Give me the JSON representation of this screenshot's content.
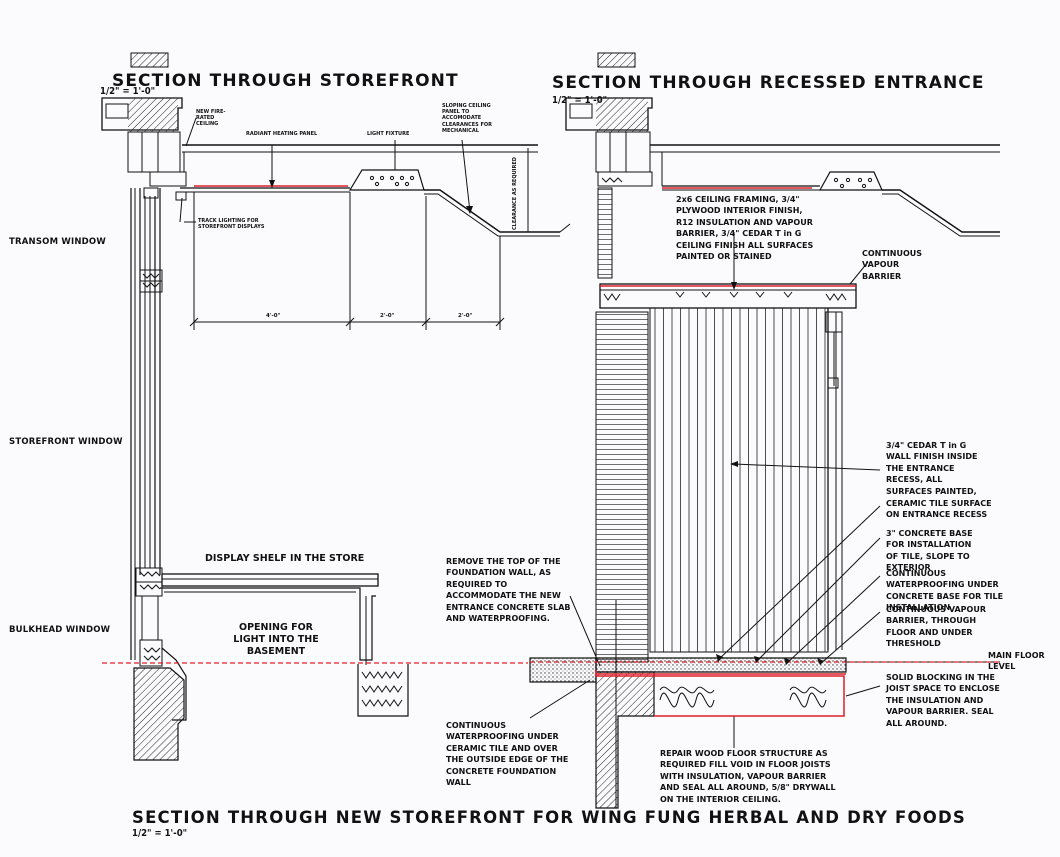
{
  "left_section": {
    "title": "SECTION THROUGH STOREFRONT",
    "scale": "1/2\" = 1'-0\"",
    "callouts": {
      "fire_rated_ceiling": "NEW FIRE-RATED CEILING",
      "radiant_panel": "RADIANT HEATING PANEL",
      "light_fixture": "LIGHT FIXTURE",
      "sloping_ceiling": "SLOPING CEILING PANEL TO ACCOMODATE CLEARANCES FOR MECHANICAL",
      "clearance": "CLEARANCE AS REQUIRED",
      "track_lighting": "TRACK LIGHTING FOR STOREFRONT DISPLAYS"
    },
    "dimensions": [
      "4'-0\"",
      "2'-0\"",
      "2'-0\""
    ],
    "window_labels": {
      "transom": "TRANSOM WINDOW",
      "storefront": "STOREFRONT WINDOW",
      "bulkhead": "BULKHEAD WINDOW"
    },
    "display_shelf": "DISPLAY SHELF IN THE STORE",
    "opening_light": "OPENING FOR LIGHT INTO THE BASEMENT"
  },
  "right_section": {
    "title": "SECTION THROUGH RECESSED ENTRANCE",
    "scale": "1/2\" = 1'-0\"",
    "ceiling_framing": "2x6 CEILING FRAMING, 3/4\" PLYWOOD INTERIOR FINISH, R12 INSULATION AND VAPOUR BARRIER, 3/4\" CEDAR T in G CEILING FINISH ALL SURFACES PAINTED OR STAINED",
    "continuous_vapour_barrier": "CONTINUOUS VAPOUR BARRIER",
    "cedar_wall": "3/4\" CEDAR T in G WALL FINISH INSIDE THE ENTRANCE RECESS, ALL SURFACES PAINTED,",
    "ceramic_tile": "CERAMIC TILE SURFACE ON ENTRANCE RECESS",
    "concrete_base": "3\" CONCRETE BASE FOR INSTALLATION OF TILE, SLOPE TO EXTERIOR",
    "waterproofing_base": "CONTINUOUS WATERPROOFING UNDER CONCRETE BASE FOR TILE INSTALLATION",
    "vapour_barrier_floor": "CONTINUOUS VAPOUR BARRIER, THROUGH FLOOR AND UNDER THRESHOLD",
    "remove_foundation": "REMOVE THE TOP OF THE FOUNDATION WALL, AS REQUIRED TO ACCOMMODATE THE NEW ENTRANCE CONCRETE SLAB AND WATERPROOFING.",
    "main_floor": "MAIN FLOOR LEVEL",
    "solid_blocking": "SOLID BLOCKING IN THE JOIST SPACE TO ENCLOSE THE INSULATION AND VAPOUR BARRIER. SEAL ALL AROUND.",
    "waterproofing_tile": "CONTINUOUS WATERPROOFING UNDER CERAMIC TILE AND OVER THE OUTSIDE EDGE OF THE CONCRETE FOUNDATION WALL",
    "repair_floor": "REPAIR WOOD FLOOR STRUCTURE AS REQUIRED FILL VOID IN FLOOR JOISTS WITH INSULATION, VAPOUR BARRIER AND SEAL ALL AROUND, 5/8\" DRYWALL ON THE INTERIOR CEILING."
  },
  "footer": {
    "title": "SECTION THROUGH NEW STOREFRONT FOR WING FUNG HERBAL AND DRY FOODS",
    "scale": "1/2\" = 1'-0\""
  },
  "colors": {
    "ink": "#111111",
    "red_line": "#e0202a",
    "paper": "#fbfbfd"
  }
}
